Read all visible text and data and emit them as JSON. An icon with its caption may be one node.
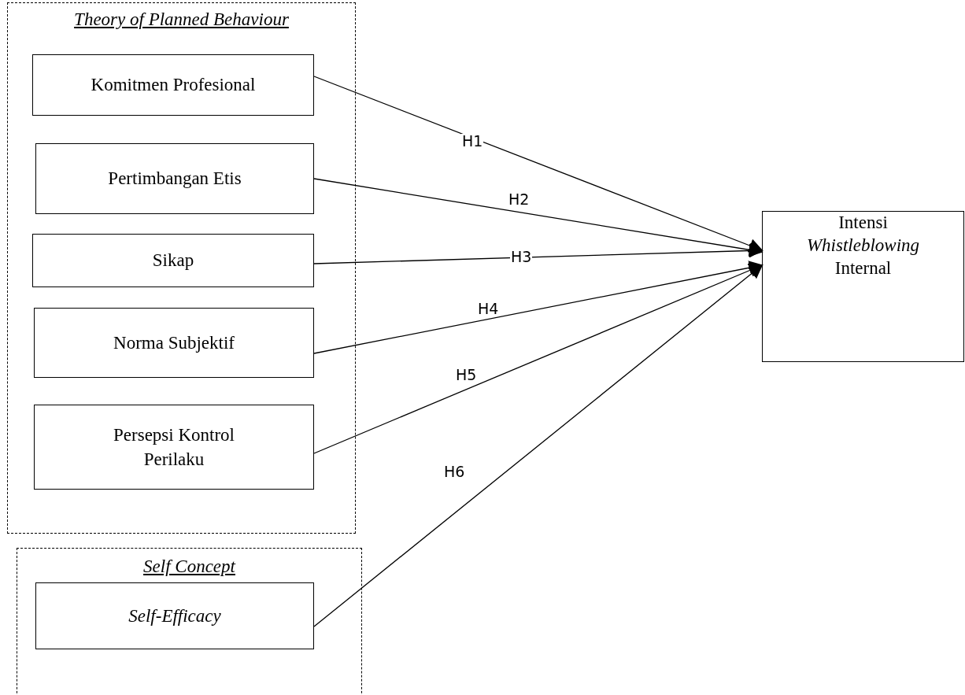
{
  "diagram": {
    "nodes": [
      {
        "text": [
          "Theory of Planned Behaviour"
        ]
      },
      {
        "text": [
          "Komitmen Profesional"
        ],
        "in": 0
      },
      {
        "text": [
          "Pertimbangan Etis"
        ],
        "in": 0
      },
      {
        "text": [
          "Sikap"
        ],
        "in": 0
      },
      {
        "text": [
          "Norma Subjektif"
        ],
        "in": 0
      },
      {
        "text": [
          "Persepsi Kontrol Perilaku"
        ],
        "in": 0
      },
      {
        "text": [
          "Self Concept"
        ]
      },
      {
        "text": [
          "Self-Efficacy"
        ],
        "in": 6
      },
      {
        "text": [
          "Intensi *Whistleblowing* Internal"
        ]
      }
    ],
    "edges": [
      {
        "from": 1,
        "to": 8,
        "arrow": "to",
        "label": "H1"
      },
      {
        "from": 2,
        "to": 8,
        "arrow": "to",
        "label": "H2"
      },
      {
        "from": 3,
        "to": 8,
        "arrow": "to",
        "label": "H3"
      },
      {
        "from": 4,
        "to": 8,
        "arrow": "to",
        "label": "H4"
      },
      {
        "from": 5,
        "to": 8,
        "arrow": "to",
        "label": "H5"
      },
      {
        "from": 7,
        "to": 8,
        "arrow": "to",
        "label": "H6"
      }
    ]
  }
}
